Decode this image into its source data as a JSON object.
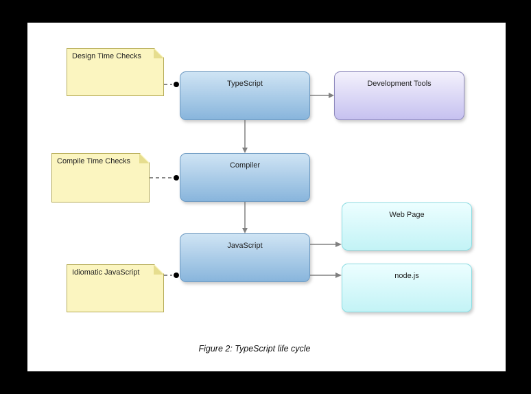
{
  "caption": "Figure 2: TypeScript life cycle",
  "nodes": {
    "typescript": {
      "label": "TypeScript"
    },
    "development_tools": {
      "label": "Development Tools"
    },
    "compiler": {
      "label": "Compiler"
    },
    "javascript": {
      "label": "JavaScript"
    },
    "web_page": {
      "label": "Web Page"
    },
    "nodejs": {
      "label": "node.js"
    }
  },
  "notes": {
    "design_time": {
      "label": "Design Time Checks"
    },
    "compile_time": {
      "label": "Compile Time Checks"
    },
    "idiomatic": {
      "label": "Idiomatic JavaScript"
    }
  },
  "edges": [
    {
      "from": "typescript",
      "to": "development_tools",
      "style": "arrow"
    },
    {
      "from": "typescript",
      "to": "compiler",
      "style": "arrow"
    },
    {
      "from": "compiler",
      "to": "javascript",
      "style": "arrow"
    },
    {
      "from": "javascript",
      "to": "web_page",
      "style": "arrow"
    },
    {
      "from": "javascript",
      "to": "nodejs",
      "style": "arrow"
    },
    {
      "from": "design_time",
      "to": "typescript",
      "style": "dashed-dot"
    },
    {
      "from": "compile_time",
      "to": "compiler",
      "style": "dashed-dot"
    },
    {
      "from": "idiomatic",
      "to": "javascript",
      "style": "dashed-dot"
    }
  ],
  "colors": {
    "note_fill": "#fbf5c0",
    "note_border": "#b5ab56",
    "note_fold": "#e6dd8e",
    "process_fill_top": "#cfe4f4",
    "process_fill_bottom": "#88b5dc",
    "process_border": "#6d9ac2",
    "devtools_fill_top": "#f3f1fc",
    "devtools_fill_bottom": "#c6c1f0",
    "devtools_border": "#8d88bd",
    "output_fill_top": "#ecfeff",
    "output_fill_bottom": "#c3f3f6",
    "output_border": "#8adce2",
    "connector": "#808080",
    "connector_dark": "#606060",
    "text": "#1f1f1f"
  }
}
